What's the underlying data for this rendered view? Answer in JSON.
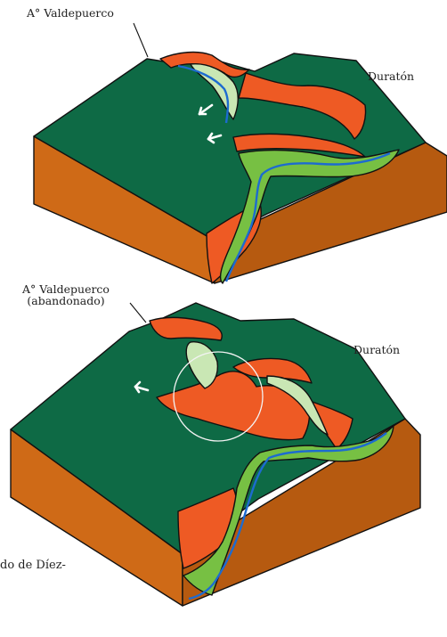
{
  "colors": {
    "plateau": "#0e6a45",
    "plateau_edge": "#0a4f33",
    "side_orange": "#cf6a17",
    "side_dark": "#b65a10",
    "cliff_red": "#ee5a24",
    "valley_green": "#77c043",
    "abandoned_valley": "#c9e7b4",
    "river": "#1d6bd0",
    "outline": "#111111",
    "arrow": "#ffffff",
    "circle": "#ffffff"
  },
  "top_block": {
    "label_stream": "A° Valdepuerco",
    "label_river": "Duratón",
    "icons": [
      "flow-arrow-icon",
      "flow-arrow-icon"
    ]
  },
  "bottom_block": {
    "label_stream_line1": "A° Valdepuerco",
    "label_stream_line2": "(abandonado)",
    "label_river": "Duratón",
    "icons": [
      "flow-arrow-icon",
      "highlight-circle"
    ]
  },
  "caption_fragment": "do de Díez-"
}
